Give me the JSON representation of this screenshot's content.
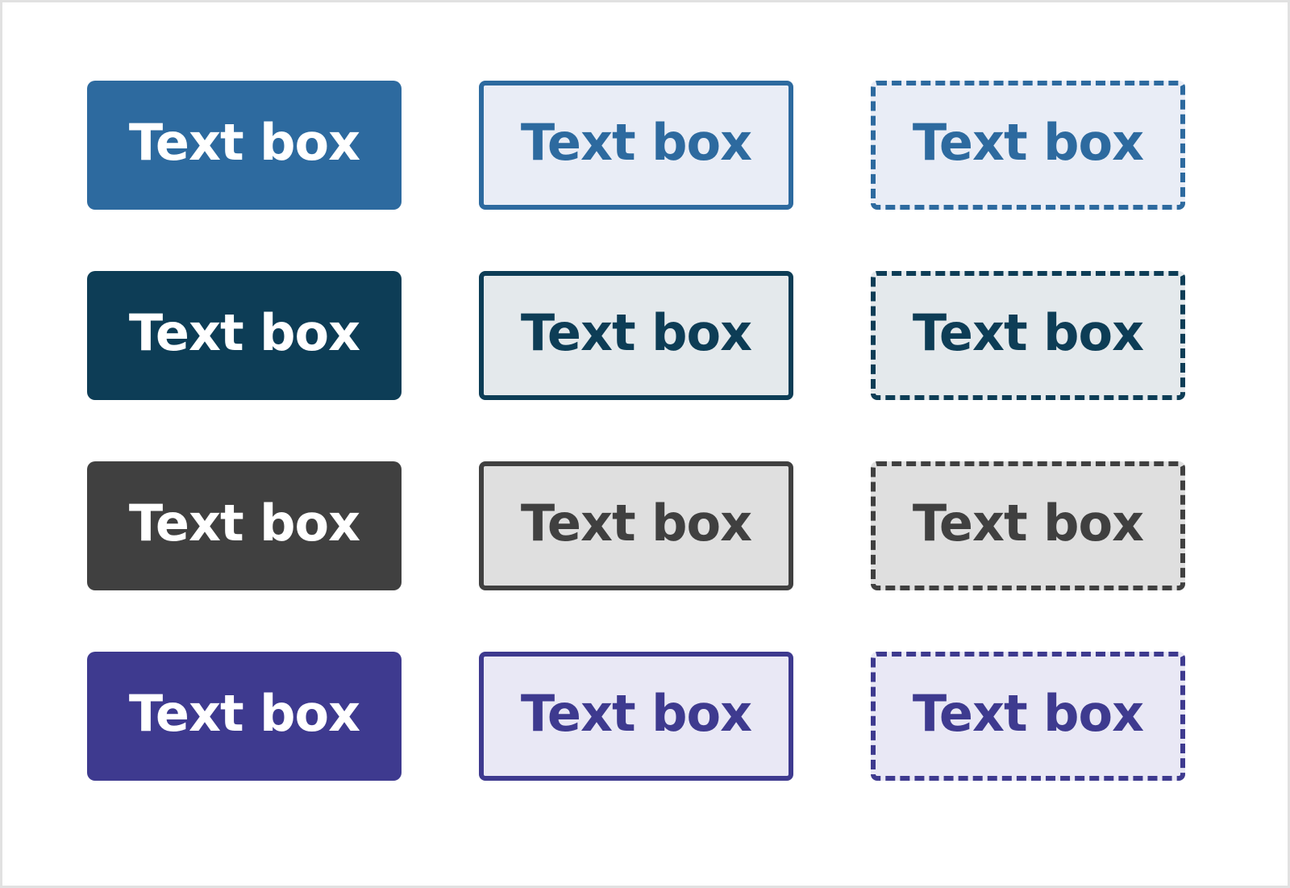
{
  "styles": {
    "canvas_bg": "#ffffff",
    "frame_border": "#e1e1e1"
  },
  "rows": [
    {
      "theme": "blue",
      "colors": {
        "accent": "#2d6a9f",
        "solid_bg": "#2d6a9f",
        "solid_text": "#ffffff",
        "light_bg": "#e9edf6"
      },
      "cells": [
        {
          "label": "Text box",
          "variant": "solid"
        },
        {
          "label": "Text box",
          "variant": "outline"
        },
        {
          "label": "Text box",
          "variant": "dashed"
        }
      ]
    },
    {
      "theme": "navy",
      "colors": {
        "accent": "#0d3d56",
        "solid_bg": "#0d3d56",
        "solid_text": "#ffffff",
        "light_bg": "#e4e9ec"
      },
      "cells": [
        {
          "label": "Text box",
          "variant": "solid"
        },
        {
          "label": "Text box",
          "variant": "outline"
        },
        {
          "label": "Text box",
          "variant": "dashed"
        }
      ]
    },
    {
      "theme": "gray",
      "colors": {
        "accent": "#404040",
        "solid_bg": "#404040",
        "solid_text": "#ffffff",
        "light_bg": "#dfdfdf"
      },
      "cells": [
        {
          "label": "Text box",
          "variant": "solid"
        },
        {
          "label": "Text box",
          "variant": "outline"
        },
        {
          "label": "Text box",
          "variant": "dashed"
        }
      ]
    },
    {
      "theme": "indigo",
      "colors": {
        "accent": "#3e3a8f",
        "solid_bg": "#3e3a8f",
        "solid_text": "#ffffff",
        "light_bg": "#e9e8f5"
      },
      "cells": [
        {
          "label": "Text box",
          "variant": "solid"
        },
        {
          "label": "Text box",
          "variant": "outline"
        },
        {
          "label": "Text box",
          "variant": "dashed"
        }
      ]
    }
  ]
}
